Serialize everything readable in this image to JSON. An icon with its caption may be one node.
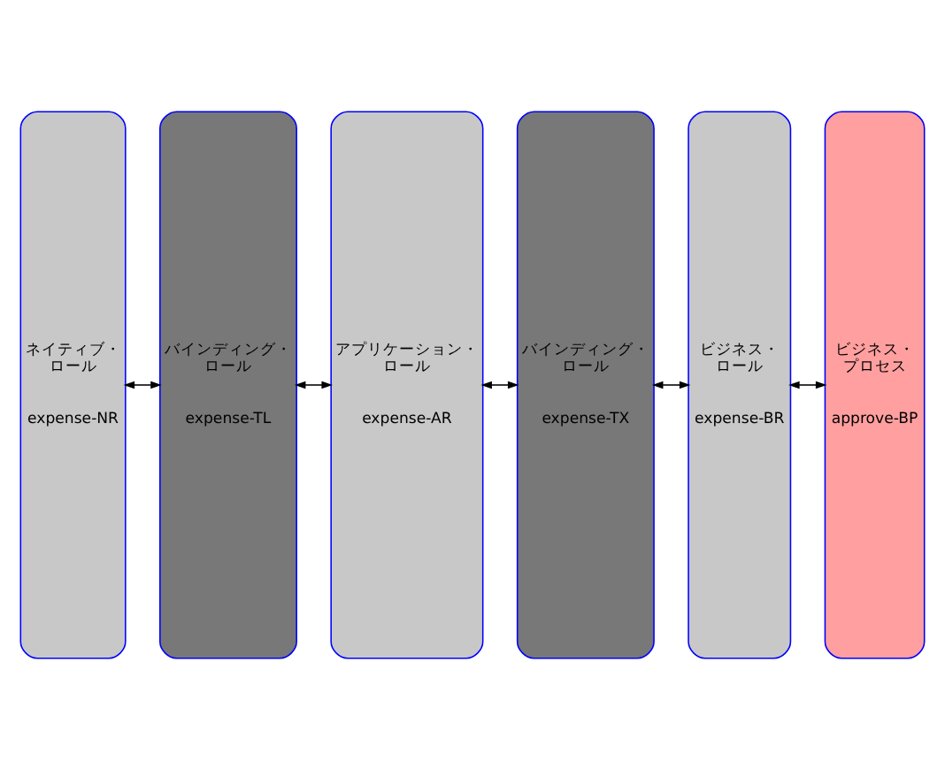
{
  "diagram": {
    "nodes": [
      {
        "text": [
          "ネイティブ・ロール",
          "expense-NR"
        ]
      },
      {
        "text": [
          "バインディング・ロール",
          "expense-TL"
        ]
      },
      {
        "text": [
          "アプリケーション・ロール",
          "expense-AR"
        ]
      },
      {
        "text": [
          "バインディング・ロール",
          "expense-TX"
        ]
      },
      {
        "text": [
          "ビジネス・ロール",
          "expense-BR"
        ]
      },
      {
        "text": [
          "ビジネス・プロセス",
          "approve-BP"
        ]
      }
    ],
    "edges": [
      {
        "from": 0,
        "to": 1,
        "arrow": "both"
      },
      {
        "from": 1,
        "to": 2,
        "arrow": "both"
      },
      {
        "from": 2,
        "to": 3,
        "arrow": "both"
      },
      {
        "from": 3,
        "to": 4,
        "arrow": "both"
      },
      {
        "from": 4,
        "to": 5,
        "arrow": "both"
      }
    ]
  }
}
